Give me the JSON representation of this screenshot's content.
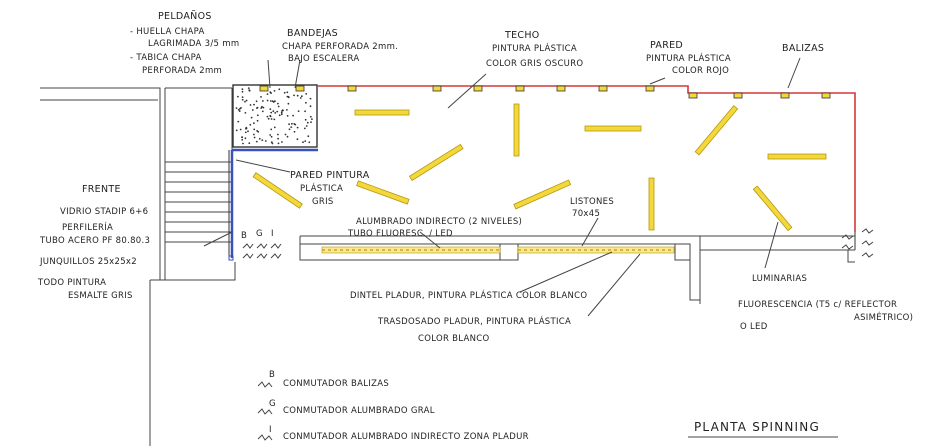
{
  "labels": {
    "peldanos_title": "PELDAÑOS",
    "peldanos_1": "- HUELLA CHAPA",
    "peldanos_2": "LAGRIMADA 3/5 mm",
    "peldanos_3": "- TABICA CHAPA",
    "peldanos_4": "PERFORADA 2mm",
    "bandejas_1": "BANDEJAS",
    "bandejas_2": "CHAPA PERFORADA 2mm.",
    "bandejas_3": "BAJO ESCALERA",
    "techo_1": "TECHO",
    "techo_2": "PINTURA PLÁSTICA",
    "techo_3": "COLOR GRIS OSCURO",
    "pared_1": "PARED",
    "pared_2": "PINTURA PLÁSTICA",
    "pared_3": "COLOR ROJO",
    "balizas": "BALIZAS",
    "pared_gris_1": "PARED PINTURA",
    "pared_gris_2": "PLÁSTICA",
    "pared_gris_3": "GRIS",
    "frente_1": "FRENTE",
    "frente_2": "VIDRIO STADIP 6+6",
    "frente_3": "PERFILERÍA",
    "frente_4": "TUBO ACERO PF 80.80.3",
    "frente_5": "JUNQUILLOS 25x25x2",
    "frente_6": "TODO PINTURA",
    "frente_7": "ESMALTE GRIS",
    "bgi_b": "B",
    "bgi_g": "G",
    "bgi_i": "I",
    "alumbrado_1": "ALUMBRADO INDIRECTO (2 NIVELES)",
    "alumbrado_2": "TUBO FLUORESC. / LED",
    "listones_1": "LISTONES",
    "listones_2": "70x45",
    "dintel": "DINTEL PLADUR, PINTURA PLÁSTICA COLOR BLANCO",
    "trasdosado_1": "TRASDOSADO PLADUR, PINTURA PLÁSTICA",
    "trasdosado_2": "COLOR BLANCO",
    "luminarias_1": "LUMINARIAS",
    "luminarias_2": "FLUORESCENCIA (T5 c/ REFLECTOR",
    "luminarias_3": "ASIMÉTRICO)",
    "luminarias_4": "O LED",
    "title": "PLANTA SPINNING"
  },
  "legend": [
    {
      "letter": "B",
      "text": "CONMUTADOR BALIZAS"
    },
    {
      "letter": "G",
      "text": "CONMUTADOR ALUMBRADO GRAL"
    },
    {
      "letter": "I",
      "text": "CONMUTADOR ALUMBRADO INDIRECTO ZONA PLADUR"
    }
  ],
  "colors": {
    "red_wall": "#d23a3a",
    "blue_wall": "#3a52b8",
    "lamp_fill": "#f4d73a",
    "ink": "#333333"
  }
}
